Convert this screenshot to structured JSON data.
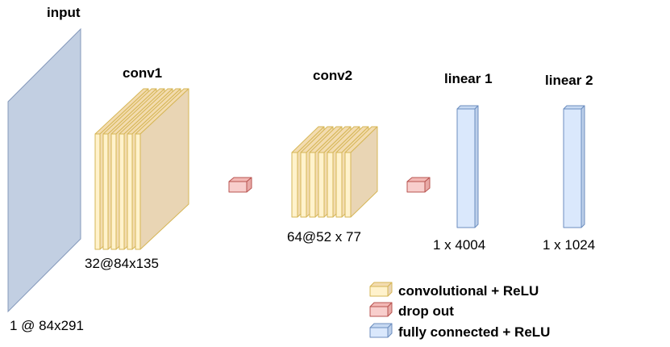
{
  "colors": {
    "input_face": "#c2cfe2",
    "input_stroke": "#8499bb",
    "conv_face": "#f3dcb0",
    "conv_front": "#fff2cc",
    "conv_side": "#e9d5b4",
    "conv_stroke": "#d6b656",
    "dropout_front": "#f8cecc",
    "dropout_stroke": "#b85450",
    "fc_front": "#dae8fc",
    "fc_stroke": "#6c8ebf"
  },
  "labels": {
    "input_title": "input",
    "input_dims": "1 @ 84x291",
    "conv1_title": "conv1",
    "conv1_dims": "32@84x135",
    "conv2_title": "conv2",
    "conv2_dims": "64@52 x 77",
    "linear1_title": "linear 1",
    "linear1_dims": "1 x 4004",
    "linear2_title": "linear 2",
    "linear2_dims": "1 x 1024"
  },
  "legend": [
    {
      "label": "convolutional + ReLU",
      "kind": "conv"
    },
    {
      "label": "drop out",
      "kind": "dropout"
    },
    {
      "label": "fully connected + ReLU",
      "kind": "fc"
    }
  ]
}
